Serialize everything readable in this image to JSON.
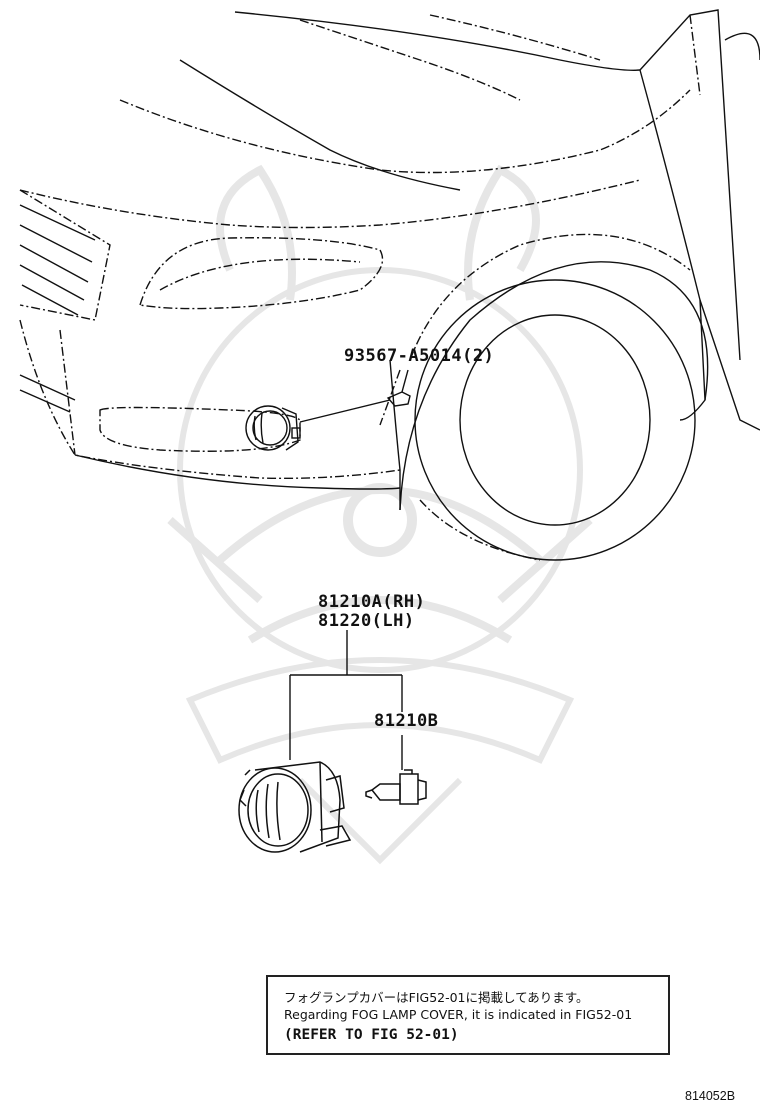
{
  "callouts": {
    "clip": "93567-A5014(2)",
    "fog_lamp_rh": "81210A(RH)",
    "fog_lamp_lh": "81220(LH)",
    "bulb": "81210B"
  },
  "note": {
    "line_jp": "フォグランプカバーはFIG52-01に掲載してあります。",
    "line_en": "Regarding FOG LAMP COVER, it is indicated in FIG52-01",
    "line_ref": "(REFER TO FIG 52-01)"
  },
  "figure_id": "814052B",
  "colors": {
    "line": "#111111",
    "watermark": "#e6e6e6",
    "background": "#ffffff"
  }
}
